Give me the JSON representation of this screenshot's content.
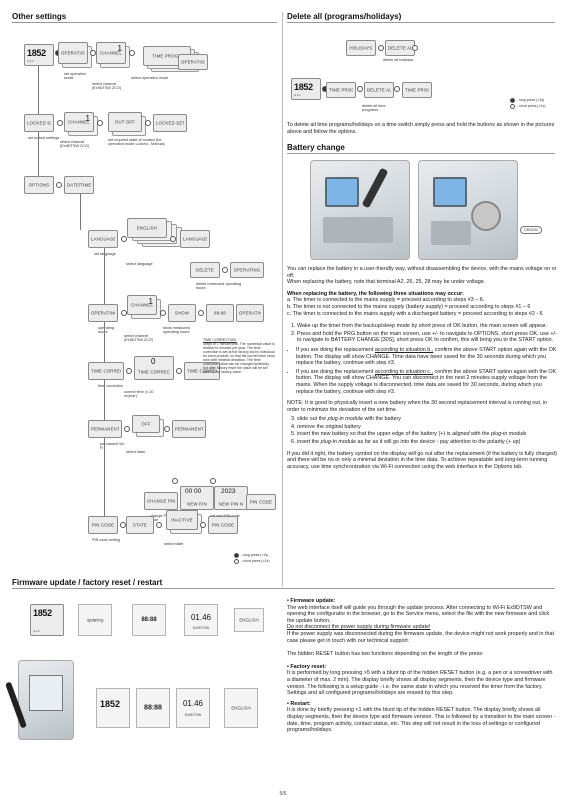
{
  "sections": {
    "other_settings": "Other settings",
    "delete_all": "Delete all (programs/holidays)",
    "battery_change": "Battery change",
    "firmware": "Firmware update / factory reset / restart"
  },
  "home": {
    "value": "1852",
    "sub": "pt 3.3"
  },
  "screens": {
    "operation": "OPERATION",
    "channel": "CHANNEL",
    "time_progr": "TIME PROGR",
    "locked_set": "LOCKED SET",
    "out_off": "OUT OFF",
    "options": "OPTIONS",
    "date_time": "DATE/TIME",
    "language": "LANGUAGE",
    "english": "ENGLISH",
    "delete": "DELETE",
    "operating": "OPERATING",
    "show": "SHOW",
    "time_correc": "TIME CORREC",
    "permanent": "PERMANENT",
    "off": "OFF",
    "change_pin": "CHANGE PIN",
    "new_pin": "NEW PIN",
    "new_pin_n": "NEW PIN N",
    "pin_code": "PIN CODE",
    "state": "STATE",
    "inactive": "INACTIVE",
    "holidays": "HOLIDAYS",
    "delete_all": "DELETE ALL"
  },
  "numbers": {
    "ch1": "1",
    "zero": "0",
    "pin_digits": "00 00",
    "pin_year": "2023",
    "fw_version": "01.46",
    "fw_version_sub": "Ex9DTSW",
    "segments": "88:88"
  },
  "captions": {
    "set_operation_mode": "set operation mode",
    "select_channel_2co": "select channel (Ex9DTSW 2CO)",
    "select_operation_mode": "select operation mode",
    "set_locked_settings": "set locked settings",
    "select_channel_2co_b": "select channel (Ex9DTSW 2CO)",
    "set_required_state": "set required state of contact (for operation mode Locked - Manual)",
    "set_language": "set language",
    "select_language": "select language",
    "delete_measured": "delete measured operating hours",
    "operating_hours": "operating hours",
    "select_channel_2co_c": "select channel (Ex9DTSW 2CO)",
    "show_measured": "show measured operating hours",
    "time_correction": "time correction",
    "correct_time": "correct time (± 20 m/year)",
    "permanent_wifi": "permanent Wi-Fi",
    "select_state": "select state",
    "change_pin_code": "change PIN code",
    "set_new_pin_code": "set new PIN code",
    "pin_code_setting": "PIN code setting",
    "select_state_b": "select state",
    "delete_all_holidays": "delete all holidays",
    "delete_all_time_programs": "delete all time programs",
    "long_press": "- long press (>1s)",
    "short_press": "- short press (<1s)",
    "long_press_b": "- long press (>1s)",
    "short_press_b": "- short press (<1s)"
  },
  "time_correction_note": {
    "heading": "TIME CORRECTION:",
    "body": "Steps of 1 minute/year. The numerical value is relative to minutes per year. The time correction is set at the factory and is individual for each product, so that the current time clock runs with minimal deviation. The time correction value can be changed arbitrarily, but after factory reset the value will be set back to the factory value."
  },
  "delete_all_text": "To delete all time programs/holidays on a time switch simply press and hold the buttons as shown in the pictures above and follow the options.",
  "battery": {
    "cr2032": "CR2032",
    "p1": "You can replace the battery in a user-friendly way, without disassembling the device, with the mains voltage on or off.",
    "p2": "When replacing the battery, note that terminal A2, 26, 25, 28 may be under voltage.",
    "situations_head": "When replacing the battery, the following three situations may occur:",
    "sit_a": "a. The timer is connected to the mains supply = proceed according to steps #3 – 6.",
    "sit_b": "b. The timer is not connected to the mains supply (battery supply) = proceed according to steps #1 – 6",
    "sit_c": "c. The timer is connected to the mains supply with a discharged battery = proceed according to steps #2 - 6",
    "step1": "Wake up the timer from the backup/sleep mode by short press of OK button, the main screen will appear.",
    "step2": "Press and hold the PRG button on the main screen, use +/- to navigate to OPTIONS, short press OK, use +/- to navigate to BATTERY CHANGE [30S], short press OK to confirm, this will bring you to the START option.",
    "bullet_b_pre": "If you are doing the replacement ",
    "bullet_b_link": "according to situation b.,",
    "bullet_b_post": " confirm the above START option again with the OK button. The display will show CHANGE. Time data have been saved for the 30 seconds during which you replace the battery, continue with step #3.",
    "bullet_c_pre": "If you are doing the replacement ",
    "bullet_c_link": "according to situation c.,",
    "bullet_c_post": " confirm the above START option again with the OK button. The display will show CHANGE. You can disconnect in the next 2 minutes supply voltage from the mains. When the supply voltage is disconnected, time data are saved for 30 seconds, during which you replace the battery, continue with step #3.",
    "note": "NOTE: It is good to physically insert a new battery when the 30 second replacement interval is running out, in order to minimize the deviation of the set time.",
    "step3_pre": "slide out the ",
    "step3_em": "plug-in module",
    "step3_post": " with the battery",
    "step4": "remove the original battery",
    "step5_pre": "insert the new battery so that the upper edge of the battery (+) is ",
    "step5_em1": "aligned",
    "step5_mid": " with the ",
    "step5_em2": "plug-in module",
    "step6_pre": "insert the ",
    "step6_em": "plug-in module",
    "step6_post": " as far as it will go into the device - pay attention to the polarity (+ up)",
    "final": "If you did it right, the battery symbol on the display will go out after the replacement (if the battery is fully charged) and there will be no or only a minimal deviation in the time data. To achieve repeatable and long-term running accuracy, use time synchronization via Wi-Fi connection using the web interface in the Options tab."
  },
  "firmware": {
    "updating": "updating",
    "english": "ENGLISH",
    "fw_head": "• Firmware update:",
    "fw_p1": "The web interface itself will guide you through the update process. After connecting to Wi-Fi Ex9DTSW and opening the configurator in the browser, go to the Service menu, select the file with the new firmware and click the update button.",
    "fw_warn": "Do not disconnect the power supply during firmware update!",
    "fw_p2": "If the power supply was disconnected during the firmware update, the device might not work properly and in that case please get in touch with our technical support.",
    "hidden_reset": "The hidden RESET button has two functions depending on the length of the press:",
    "fr_head": "• Factory reset:",
    "fr_p": "It is performed by long pressing >5 with a blunt tip of the hidden RESET button (e.g. a pen or a screwdriver with a diameter of max. 2 mm). The display briefly shows all display segments, then the device type and firmware version. The following is a setup guide - i.e. the same state in which you received the timer from the factory. Settings and all configured programs/holidays are erased by this step.",
    "rs_head": "• Restart:",
    "rs_p": "It is done by briefly pressing <1 with the blunt tip of the hidden RESET button. The display briefly shows all display segments, then the device type and firmware version. This is followed by a transition to the main screen - date, time, program activity, contact status, etc. This step will not result in the loss of settings or configured programs/holidays."
  },
  "page_number": "5/6"
}
